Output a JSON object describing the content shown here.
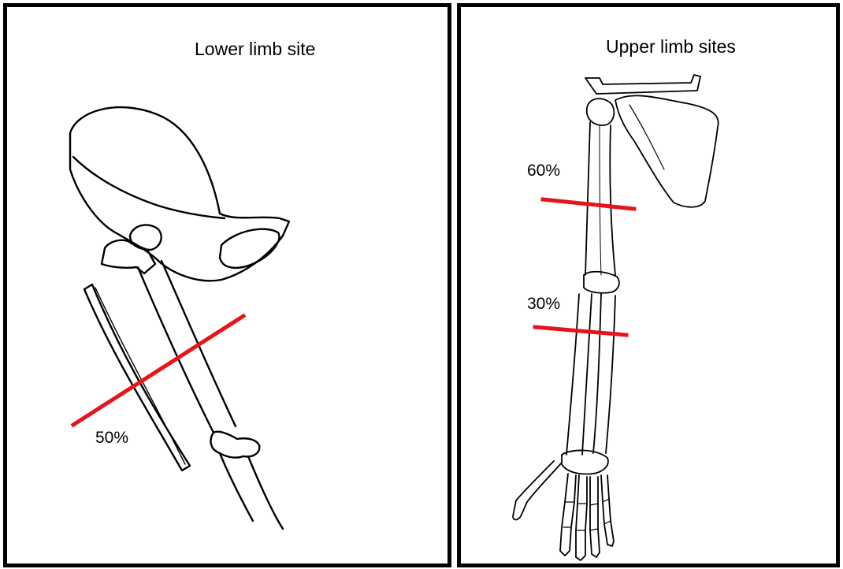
{
  "panels": {
    "lower": {
      "title": "Lower limb site",
      "markers": [
        {
          "label": "50%"
        }
      ]
    },
    "upper": {
      "title": "Upper limb sites",
      "markers": [
        {
          "label": "60%"
        },
        {
          "label": "30%"
        }
      ]
    }
  },
  "colors": {
    "marker_line": "#e8141b",
    "outline": "#000000",
    "background": "#ffffff"
  }
}
